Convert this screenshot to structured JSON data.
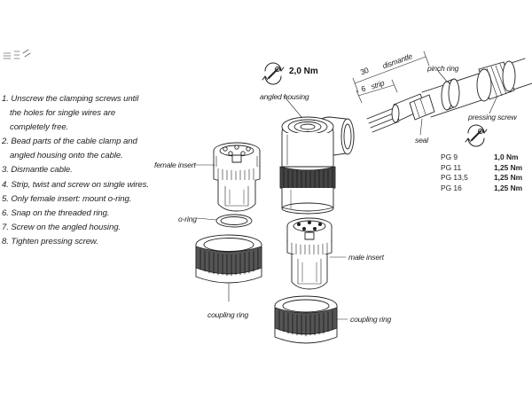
{
  "instructions": [
    {
      "num": "1.",
      "lines": [
        "Unscrew the clamping screws until",
        "the holes for single wires are",
        "completely free."
      ]
    },
    {
      "num": "2.",
      "lines": [
        "Bead parts of the cable clamp and",
        "angled housing onto the cable."
      ]
    },
    {
      "num": "3.",
      "lines": [
        "Dismantle cable."
      ]
    },
    {
      "num": "4.",
      "lines": [
        "Strip, twist and screw on single wires."
      ]
    },
    {
      "num": "5.",
      "lines": [
        "Only female insert: mount o-ring."
      ]
    },
    {
      "num": "6.",
      "lines": [
        "Snap on the threaded ring."
      ]
    },
    {
      "num": "7.",
      "lines": [
        "Screw on the angled housing."
      ]
    },
    {
      "num": "8.",
      "lines": [
        "Tighten pressing screw."
      ]
    }
  ],
  "labels": {
    "angled_housing": "angled housing",
    "female_insert": "female insert",
    "o_ring": "o-ring",
    "coupling_ring_left": "coupling ring",
    "male_insert": "male insert",
    "coupling_ring_right": "coupling ring",
    "pinch_ring": "pinch ring",
    "pressing_screw": "pressing screw",
    "seal": "seal",
    "dismantle": "dismantle",
    "strip": "strip",
    "dim_30": "30",
    "dim_6": "6"
  },
  "torque_housing": "2,0 Nm",
  "torque_table": [
    {
      "size": "PG 9",
      "torque": "1,0 Nm"
    },
    {
      "size": "PG 11",
      "torque": "1,25 Nm"
    },
    {
      "size": "PG 13,5",
      "torque": "1,25 Nm"
    },
    {
      "size": "PG 16",
      "torque": "1,25 Nm"
    }
  ],
  "icons": [
    "wrench-rotate-icon",
    "wrench-rotate-icon",
    "publisher-logo"
  ]
}
